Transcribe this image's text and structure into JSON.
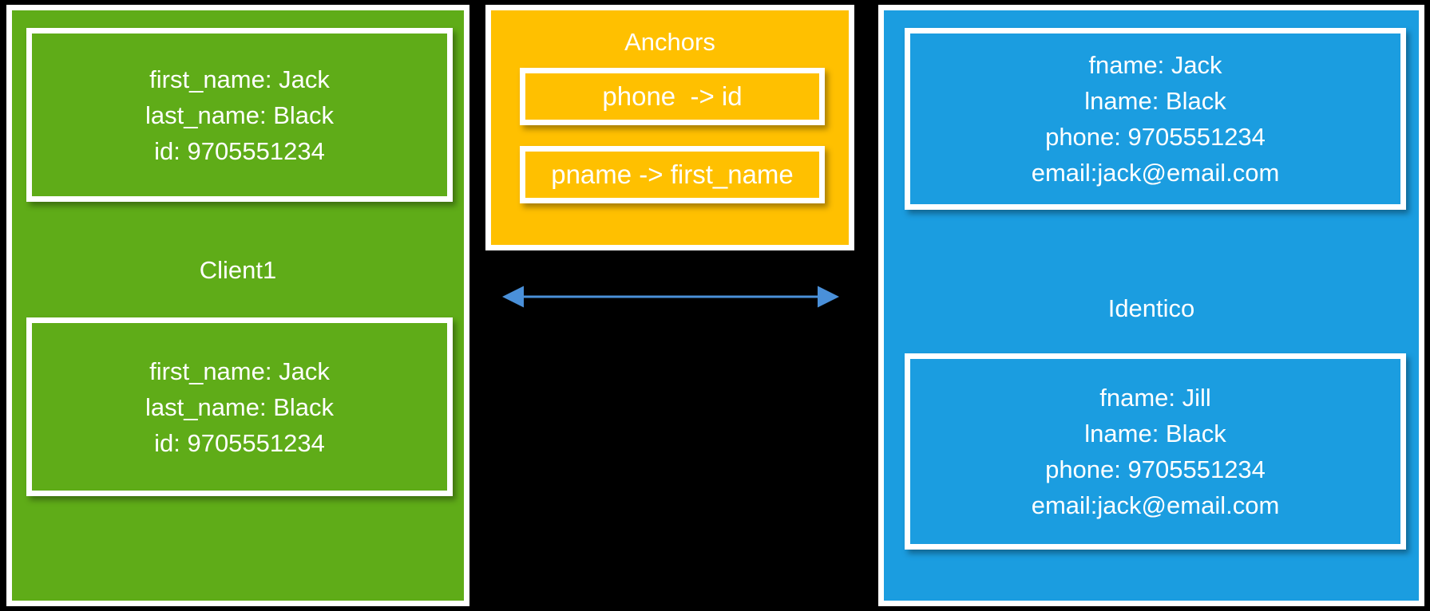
{
  "colors": {
    "background": "#000000",
    "green": "#5FAC18",
    "amber": "#FFC000",
    "blue": "#1B9DE0",
    "stroke": "#FFFFFF",
    "arrow": "#4A90D9"
  },
  "client_panel": {
    "caption": "Client1",
    "records": [
      {
        "lines": [
          "first_name: Jack",
          "last_name: Black",
          "id: 9705551234"
        ]
      },
      {
        "lines": [
          "first_name: Jack",
          "last_name: Black",
          "id: 9705551234"
        ]
      }
    ]
  },
  "anchors_panel": {
    "caption": "Anchors",
    "mappings": [
      {
        "text": "phone  -> id"
      },
      {
        "text": "pname -> first_name"
      }
    ]
  },
  "identico_panel": {
    "caption": "Identico",
    "records": [
      {
        "lines": [
          "fname: Jack",
          "lname: Black",
          "phone: 9705551234",
          "email:jack@email.com"
        ]
      },
      {
        "lines": [
          "fname: Jill",
          "lname: Black",
          "phone: 9705551234",
          "email:jack@email.com"
        ]
      }
    ]
  },
  "connector": {
    "name": "bidirectional-arrow",
    "direction": "both"
  }
}
